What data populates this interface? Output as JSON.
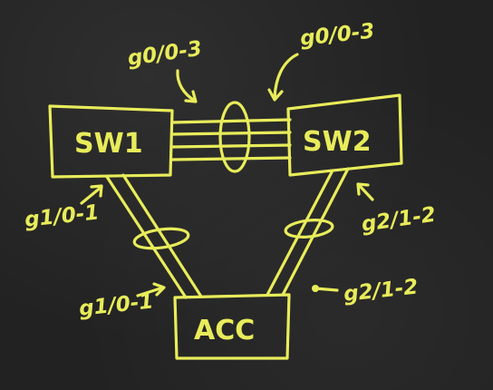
{
  "colors": {
    "board": "#222222",
    "chalk": "#e8ec5a"
  },
  "nodes": {
    "sw1": {
      "label": "SW1"
    },
    "sw2": {
      "label": "SW2"
    },
    "acc": {
      "label": "ACC"
    }
  },
  "ports": {
    "sw1_top": "g0/0-3",
    "sw2_top": "g0/0-3",
    "sw1_left": "g1/0-1",
    "acc_left": "g1/0-1",
    "sw2_right": "g2/1-2",
    "acc_right": "g2/1-2"
  }
}
